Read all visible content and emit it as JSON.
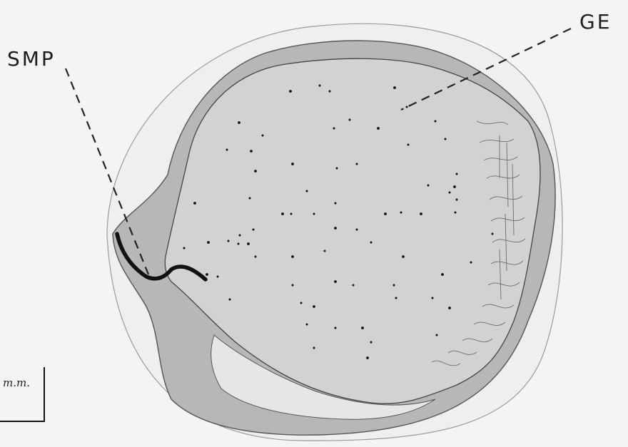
{
  "labels": {
    "smp": "SMP",
    "ge": "GE"
  },
  "scale_bar": {
    "unit_text": "m.m."
  },
  "colors": {
    "paper": "#f4f4f4",
    "shell_fill": "#b9b9b9",
    "inner_fill": "#d4d4d4",
    "ink": "#1a1a1a"
  }
}
